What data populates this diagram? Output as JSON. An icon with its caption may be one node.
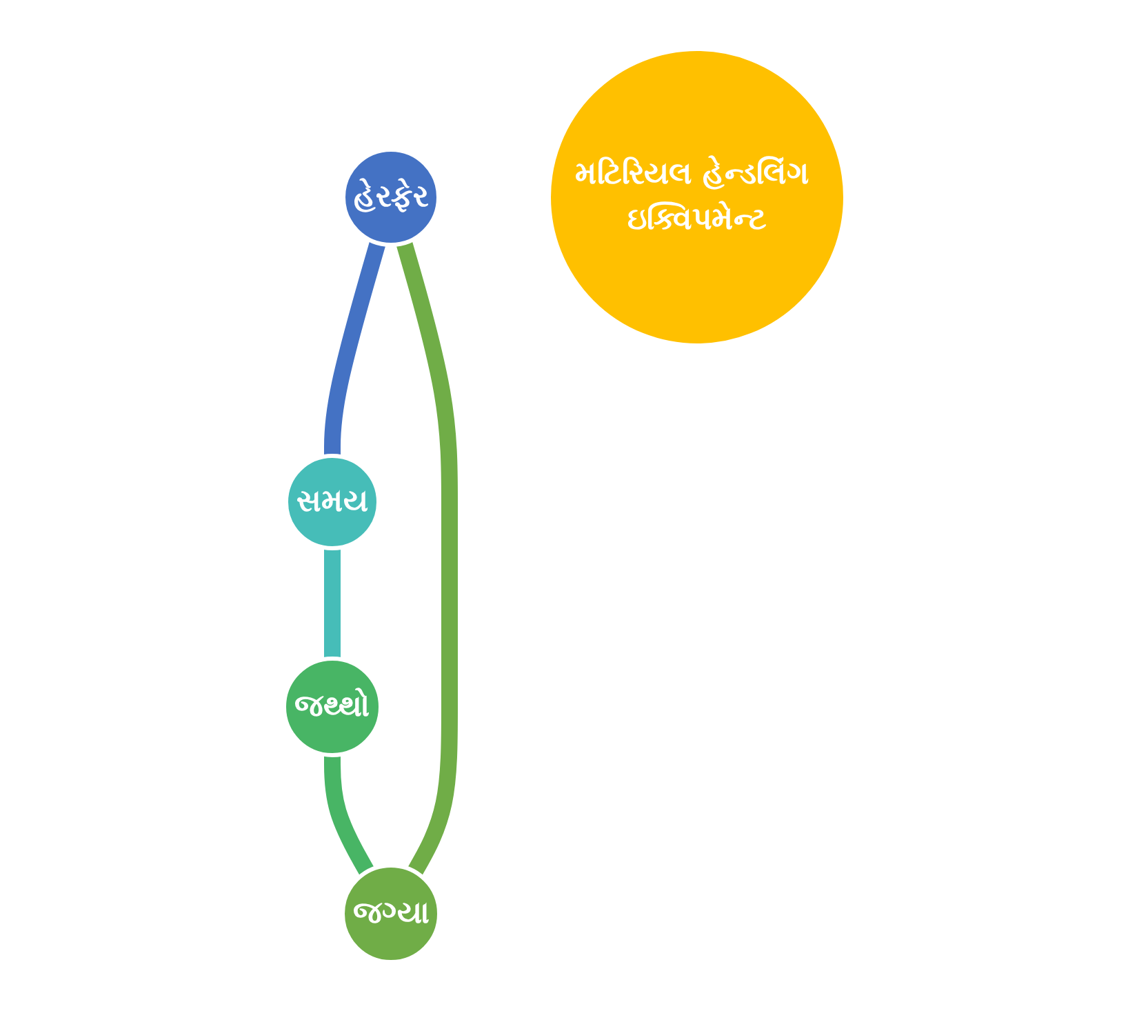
{
  "diagram": {
    "nodes": [
      {
        "text": [
          "હેરફેર"
        ]
      },
      {
        "text": [
          "જગ્યા"
        ]
      },
      {
        "text": [
          "મટિરિયલ હેન્ડલિંગ ઇક્વિપમેન્ટ"
        ]
      },
      {
        "text": [
          "સમય"
        ]
      },
      {
        "text": [
          "જથ્થો"
        ]
      }
    ],
    "edges": [
      {
        "from": 0,
        "to": 3,
        "arrow": "none",
        "color": "#4472c4"
      },
      {
        "from": 3,
        "to": 4,
        "arrow": "none",
        "color": "#46bdb8"
      },
      {
        "from": 4,
        "to": 1,
        "arrow": "none",
        "color": "#48b565"
      },
      {
        "from": 1,
        "to": 0,
        "arrow": "none",
        "color": "#70ad47"
      }
    ]
  }
}
